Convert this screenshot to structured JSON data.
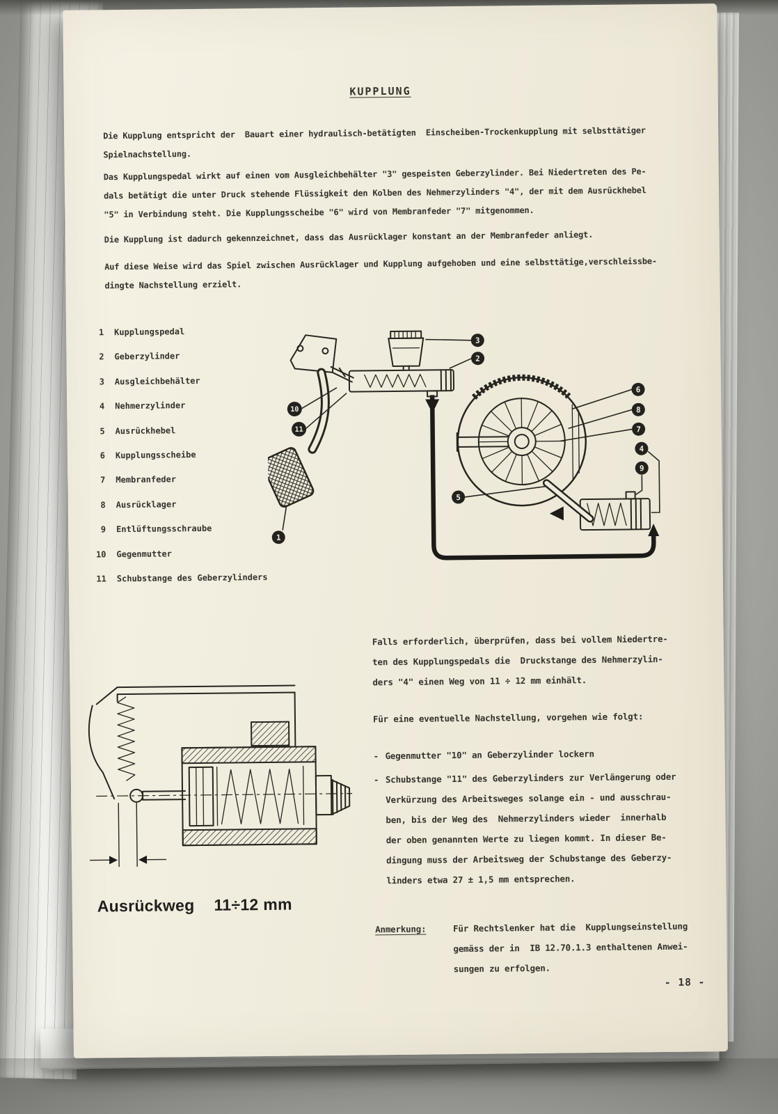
{
  "page": {
    "title": "KUPPLUNG",
    "paragraphs": [
      "Die Kupplung entspricht der  Bauart einer hydraulisch-betätigten  Einscheiben-Trockenkupplung mit selbsttätiger\nSpielnachstellung.",
      "Das Kupplungspedal wirkt auf einen vom Ausgleichbehälter \"3\" gespeisten Geberzylinder. Bei Niedertreten des Pe-\ndals betätigt die unter Druck stehende Flüssigkeit den Kolben des Nehmerzylinders \"4\", der mit dem Ausrückhebel\n\"5\" in Verbindung steht. Die Kupplungsscheibe \"6\" wird von Membranfeder \"7\" mitgenommen.",
      "Die Kupplung ist dadurch gekennzeichnet, dass das Ausrücklager konstant an der Membranfeder anliegt.",
      "Auf diese Weise wird das Spiel zwischen Ausrücklager und Kupplung aufgehoben und eine selbsttätige,verschleissbe-\ndingte Nachstellung erzielt."
    ],
    "parts_list": [
      {
        "num": "1",
        "label": "Kupplungspedal"
      },
      {
        "num": "2",
        "label": "Geberzylinder"
      },
      {
        "num": "3",
        "label": "Ausgleichbehälter"
      },
      {
        "num": "4",
        "label": "Nehmerzylinder"
      },
      {
        "num": "5",
        "label": "Ausrückhebel"
      },
      {
        "num": "6",
        "label": "Kupplungsscheibe"
      },
      {
        "num": "7",
        "label": "Membranfeder"
      },
      {
        "num": "8",
        "label": "Ausrücklager"
      },
      {
        "num": "9",
        "label": "Entlüftungsschraube"
      },
      {
        "num": "10",
        "label": "Gegenmutter"
      },
      {
        "num": "11",
        "label": "Schubstange des Geberzylinders"
      }
    ],
    "diagram": {
      "callouts": [
        "1",
        "2",
        "3",
        "4",
        "5",
        "6",
        "7",
        "8",
        "9",
        "10",
        "11"
      ]
    },
    "right_column": {
      "check": "Falls erforderlich, überprüfen, dass bei vollem Niedertre-\nten des Kupplungspedals die  Druckstange des Nehmerzylin-\nders \"4\" einen Weg von 11 ÷ 12 mm einhält.",
      "intro": "Für eine eventuelle Nachstellung, vorgehen wie folgt:",
      "bullets": [
        "Gegenmutter \"10\" an Geberzylinder lockern",
        "Schubstange \"11\" des Geberzylinders zur Verlängerung oder\nVerkürzung des Arbeitsweges solange ein - und ausschrau-\nben, bis der Weg des  Nehmerzylinders wieder  innerhalb\nder oben genannten Werte zu liegen kommt. In dieser Be-\ndingung muss der Arbeitsweg der Schubstange des Geberzy-\nlinders etwa 27 ± 1,5 mm entsprechen."
      ],
      "note_label": "Anmerkung:",
      "note_text": "Für Rechtslenker hat die  Kupplungseinstellung\ngemäss der in  IB 12.70.1.3 enthaltenen Anwei-\nsungen zu erfolgen."
    },
    "slave_caption": {
      "label": "Ausrückweg",
      "value": "11÷12 mm"
    },
    "page_number": "- 18 -"
  }
}
